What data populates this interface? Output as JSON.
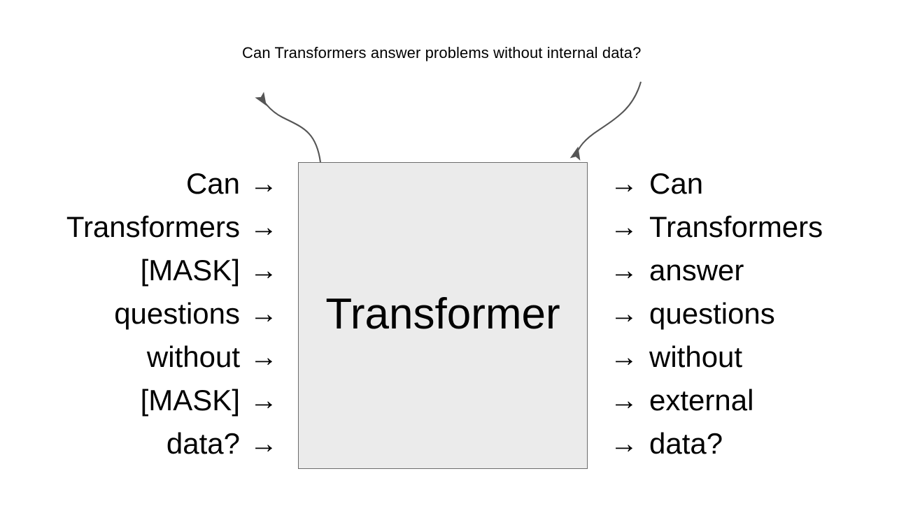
{
  "diagram": {
    "caption": "Can Transformers answer problems without internal data?",
    "box_label": "Transformer",
    "arrow_glyph": "→",
    "colors": {
      "box_fill": "#ebebeb",
      "box_border": "#6b6b6b",
      "text": "#000000",
      "curve_stroke": "#555555",
      "background": "#ffffff"
    },
    "input_tokens": [
      "Can",
      "Transformers",
      "[MASK]",
      "questions",
      "without",
      "[MASK]",
      "data?"
    ],
    "output_tokens": [
      "Can",
      "Transformers",
      "answer",
      "questions",
      "without",
      "external",
      "data?"
    ],
    "annotation_arrows": [
      {
        "name": "left-callout-arrow",
        "direction": "up-left"
      },
      {
        "name": "right-callout-arrow",
        "direction": "down-left"
      }
    ]
  }
}
